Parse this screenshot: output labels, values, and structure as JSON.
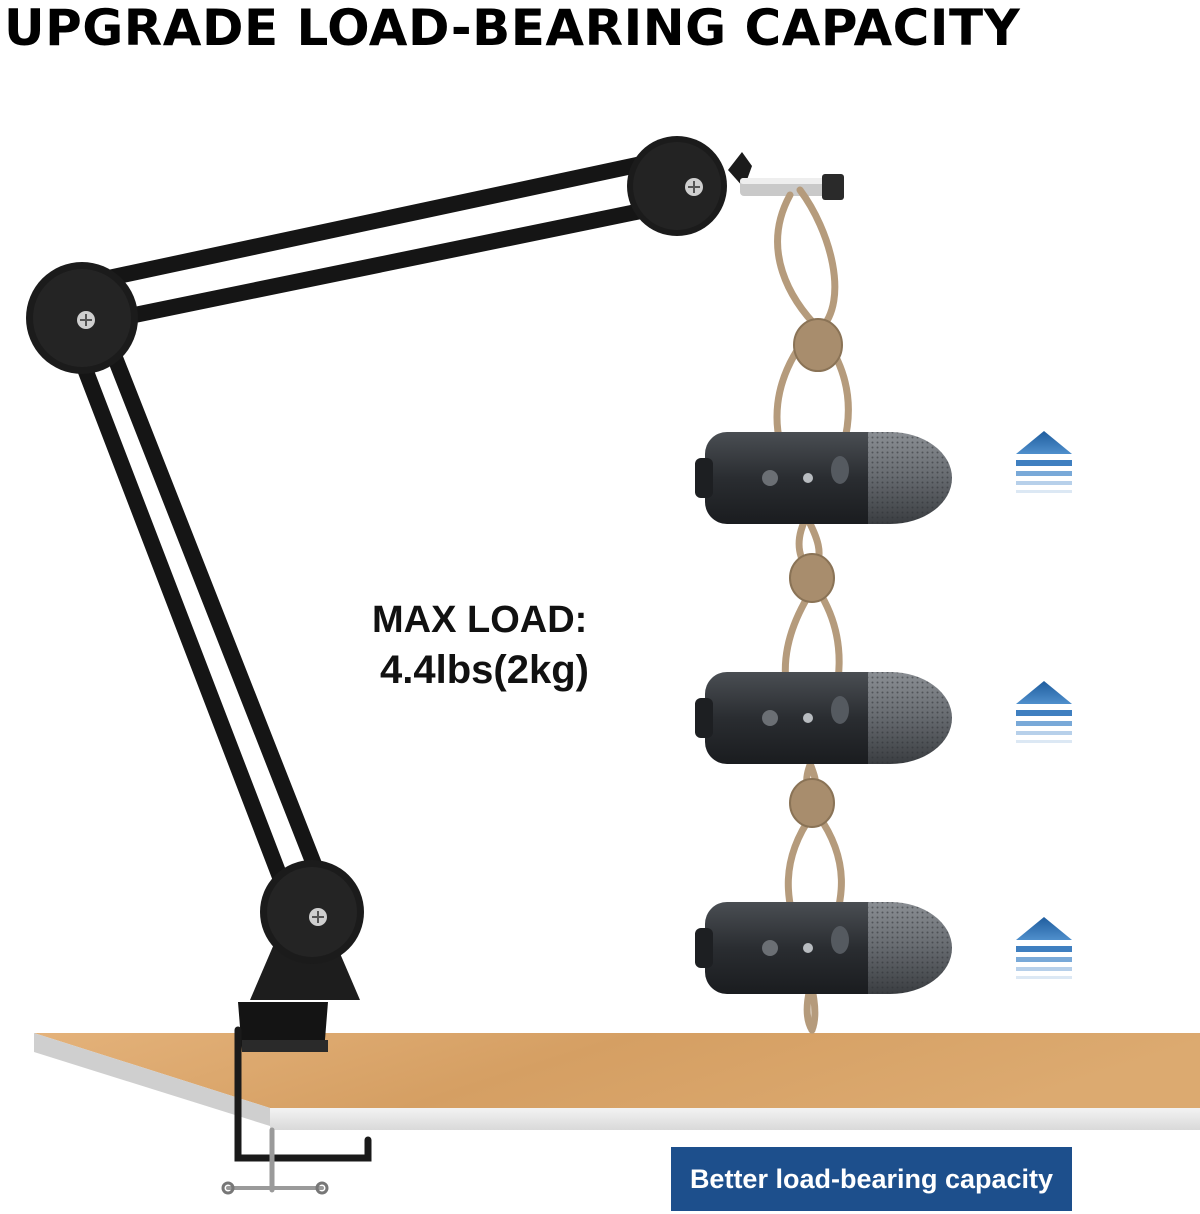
{
  "headline": "UPGRADE LOAD-BEARING CAPACITY",
  "max_load": {
    "label": "MAX LOAD:",
    "value": "4.4lbs(2kg)"
  },
  "badge": "Better load-bearing capacity",
  "colors": {
    "arm": "#151515",
    "desk_top": "#d7a56b",
    "desk_edge": "#e9e9e9",
    "rope": "#b59b7c",
    "mic_body": "#2f3236",
    "badge_bg": "#1d4f8c",
    "arrow": "#2f6fb0"
  },
  "icons": [
    "screw-icon",
    "up-arrow-icon",
    "clamp-icon"
  ]
}
